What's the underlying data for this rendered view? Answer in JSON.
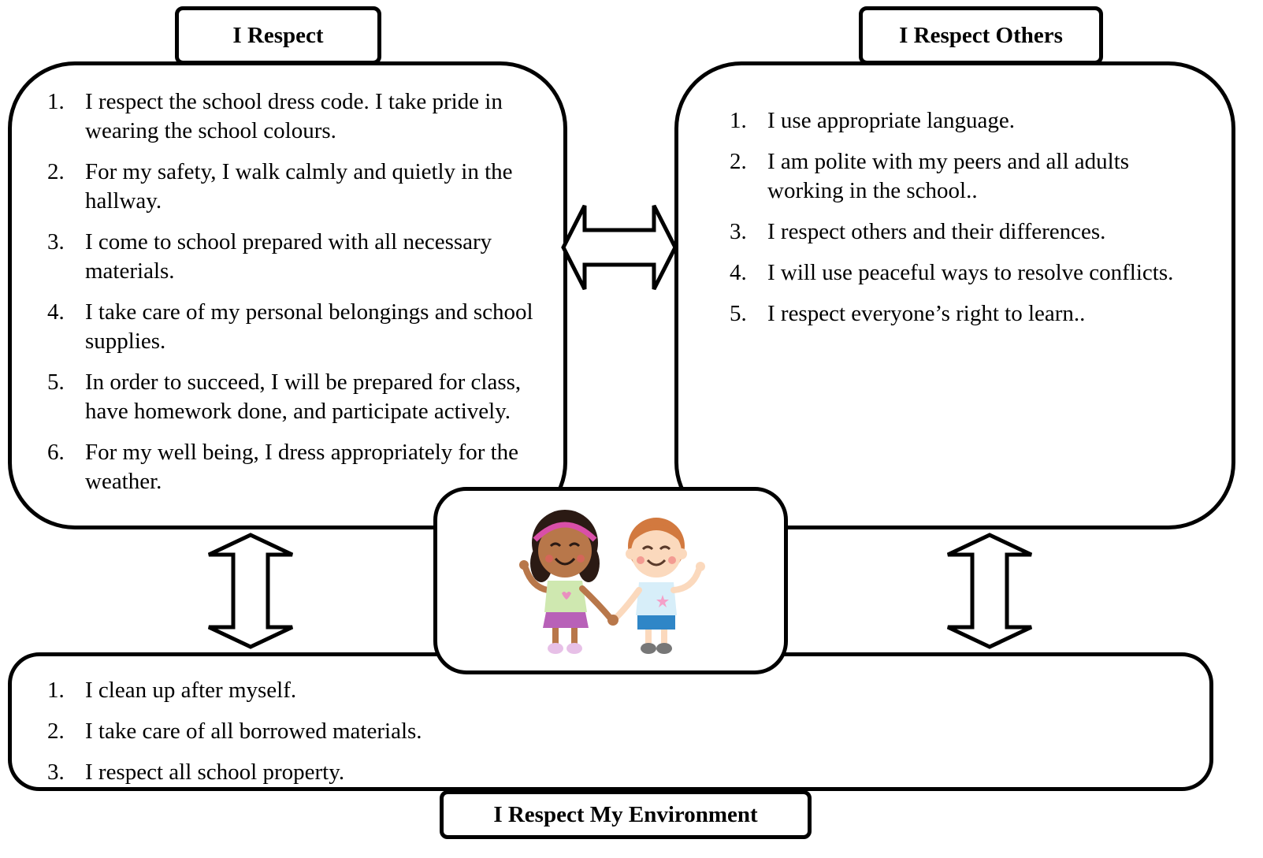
{
  "sections": {
    "respect": {
      "title": "I Respect",
      "items": [
        {
          "num": "1.",
          "text": "I respect the school dress code.  I take pride in wearing the school colours."
        },
        {
          "num": "2.",
          "text": "For my safety, I walk calmly and quietly in the hallway."
        },
        {
          "num": "3.",
          "text": "I come to school prepared with all necessary materials."
        },
        {
          "num": "4.",
          "text": "I take care of my personal belongings and school supplies."
        },
        {
          "num": "5.",
          "text": "In order to succeed, I will be prepared for class, have homework done, and participate actively."
        },
        {
          "num": "6.",
          "text": "For my well being, I dress appropriately for the weather."
        }
      ]
    },
    "others": {
      "title": "I Respect Others",
      "items": [
        {
          "num": "1.",
          "text": "I use appropriate language."
        },
        {
          "num": "2.",
          "text": "I am polite with my peers and all adults working in the school.."
        },
        {
          "num": "3.",
          "text": "I respect others and their differences."
        },
        {
          "num": "4.",
          "text": "I will use peaceful ways to resolve conflicts."
        },
        {
          "num": "5.",
          "text": "I respect everyone’s right to learn.."
        }
      ]
    },
    "environment": {
      "title": "I Respect My Environment",
      "items": [
        {
          "num": "1.",
          "text": "I clean up after myself."
        },
        {
          "num": "2.",
          "text": "I take care of all borrowed materials."
        },
        {
          "num": "3.",
          "text": "I respect all school property."
        }
      ]
    }
  },
  "illustration": {
    "icon": "two-kids-holding-hands"
  }
}
